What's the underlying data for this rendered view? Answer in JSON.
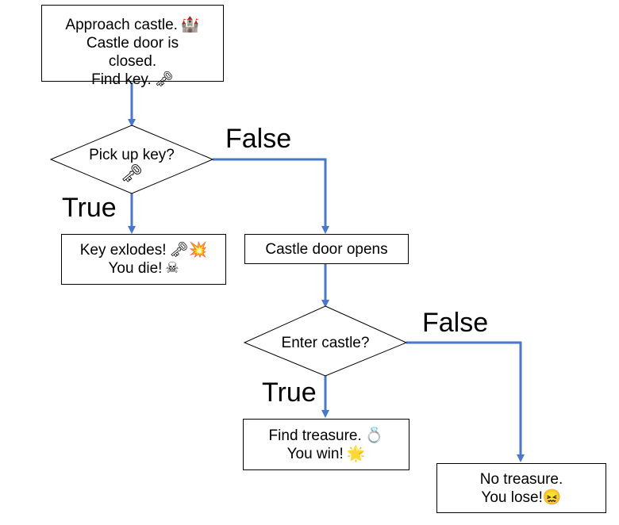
{
  "nodes": {
    "start": {
      "lines": [
        "Approach castle.",
        "Castle door is",
        "closed.",
        "Find key."
      ],
      "emoji": {
        "castle": "🏰",
        "key": "🗝"
      }
    },
    "pickup": {
      "line": "Pick up key?",
      "emoji": "🗝"
    },
    "explode": {
      "line1": "Key exlodes!",
      "line2": "You die!",
      "emoji1": "🗝💥",
      "emoji2": "☠"
    },
    "door_open": {
      "line": "Castle door opens"
    },
    "enter": {
      "line": "Enter castle?"
    },
    "win": {
      "line1": "Find treasure.",
      "line2": "You win!",
      "emoji1": "💍",
      "emoji2": "🌟"
    },
    "lose": {
      "line1": "No treasure.",
      "line2": "You lose!",
      "emoji2": "😖"
    }
  },
  "edges": {
    "pickup_false": "False",
    "pickup_true": "True",
    "enter_false": "False",
    "enter_true": "True"
  },
  "colors": {
    "arrow": "#4a78c8",
    "border": "#000000"
  }
}
